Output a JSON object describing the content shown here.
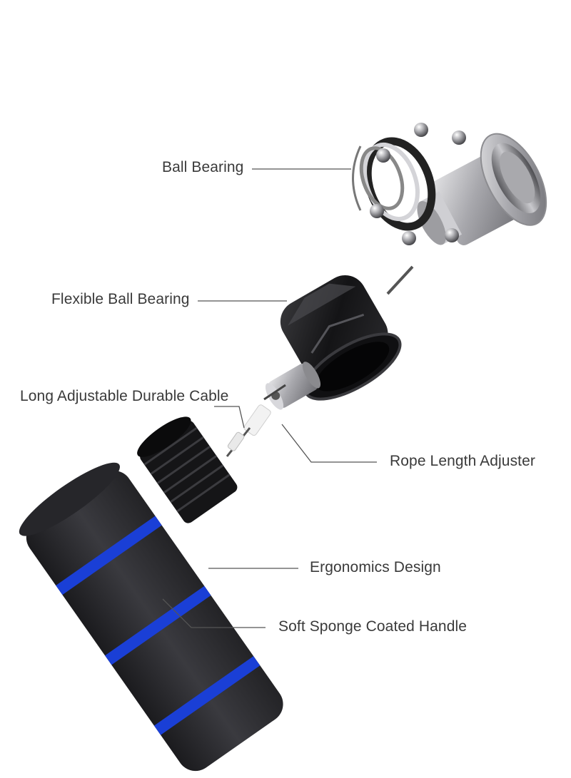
{
  "labels": {
    "ball_bearing": "Ball Bearing",
    "flexible_ball_bearing": "Flexible Ball Bearing",
    "long_adjustable_cable": "Long Adjustable Durable Cable",
    "rope_length_adjuster": "Rope Length Adjuster",
    "ergonomics_design": "Ergonomics Design",
    "soft_sponge_handle": "Soft Sponge Coated Handle"
  },
  "colors": {
    "handle": "#2b2b2f",
    "handle_stripe": "#1a3fd6",
    "metal": "#b8b8bc",
    "cap": "#1c1c1e",
    "leader_line": "#555555",
    "text": "#3a3a3a"
  }
}
